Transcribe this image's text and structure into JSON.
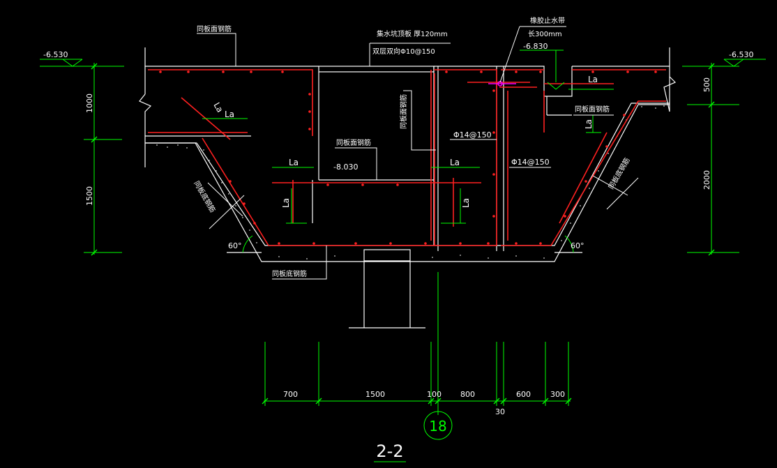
{
  "drawing": {
    "section_title": "2-2",
    "axis_bubble": "18",
    "elevations": {
      "left": "-6.530",
      "right": "-6.530",
      "inner_step": "-6.830",
      "inner_floor": "-8.030"
    },
    "annotations": {
      "slab_top_rebar_left": "同板面钢筋",
      "sump_cover": "集水坑顶板 厚120mm",
      "sump_cover_rebar": "双层双向Φ10@150",
      "waterstop": "橡胶止水带",
      "waterstop_len": "长300mm",
      "wall_rebar_center": "同板面钢筋",
      "wall_rebar_upper": "同板面钢筋",
      "inner_slab_rebar": "同板面钢筋",
      "right_step_rebar": "同板面钢筋",
      "slope_left_rebar": "同板底钢筋",
      "slope_right_rebar": "同板底钢筋",
      "bottom_rebar": "同板底钢筋",
      "rebar_spec_1": "Φ14@150",
      "rebar_spec_2": "Φ14@150",
      "la": "La",
      "angle_left": "60°",
      "angle_right": "60°"
    },
    "dims_left": [
      "1000",
      "1500"
    ],
    "dims_right": [
      "500",
      "2000"
    ],
    "dims_bottom": [
      "700",
      "1500",
      "100",
      "800",
      "600",
      "300",
      "30"
    ]
  },
  "colors": {
    "background": "#000000",
    "dimension": "#00ff00",
    "structure": "#ffffff",
    "rebar": "#ff2020",
    "annotation": "#ffffff",
    "highlight": "#ff00ff"
  }
}
